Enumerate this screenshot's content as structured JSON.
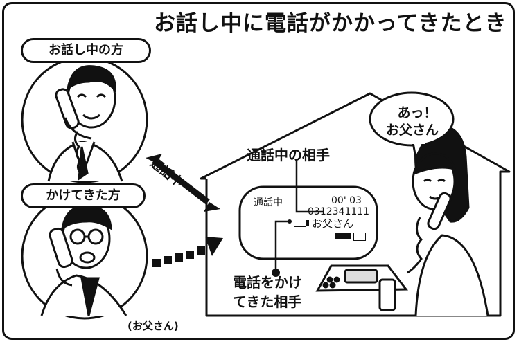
{
  "title": "お話し中に電話がかかってきたとき",
  "labels": {
    "current_party_tag": "お話し中の方",
    "caller_tag": "かけてきた方",
    "call_in_progress": "通話中",
    "current_party_pointer": "通話中の相手",
    "caller_pointer_line1": "電話をかけ",
    "caller_pointer_line2": "てきた相手",
    "caller_identity": "(お父さん)"
  },
  "speech_bubble": {
    "line1": "あっ！",
    "line2": "お父さん"
  },
  "display": {
    "status": "通話中",
    "timer": "00' 03",
    "number": "0312341111",
    "name": "お父さん"
  }
}
